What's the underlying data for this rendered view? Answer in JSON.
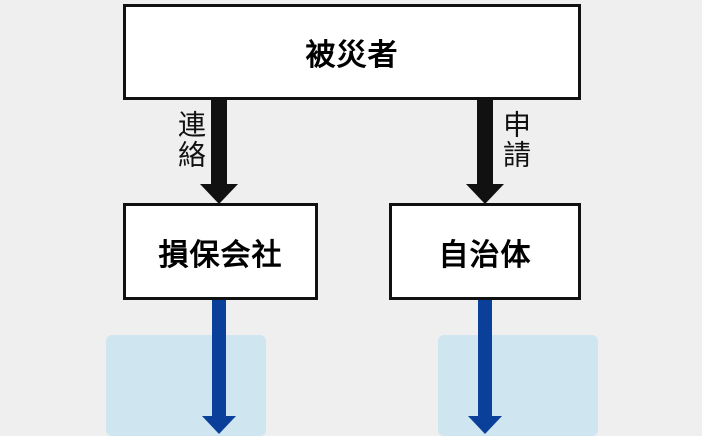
{
  "nodes": {
    "victim": "被災者",
    "insurer": "損保会社",
    "municipality": "自治体"
  },
  "edge_labels": {
    "contact": "連絡",
    "apply": "申請"
  },
  "colors": {
    "box_border": "#111111",
    "black_arrow": "#111111",
    "blue_arrow": "#0a3f9a",
    "panel": "#cfe6f0",
    "background": "#efefef"
  }
}
